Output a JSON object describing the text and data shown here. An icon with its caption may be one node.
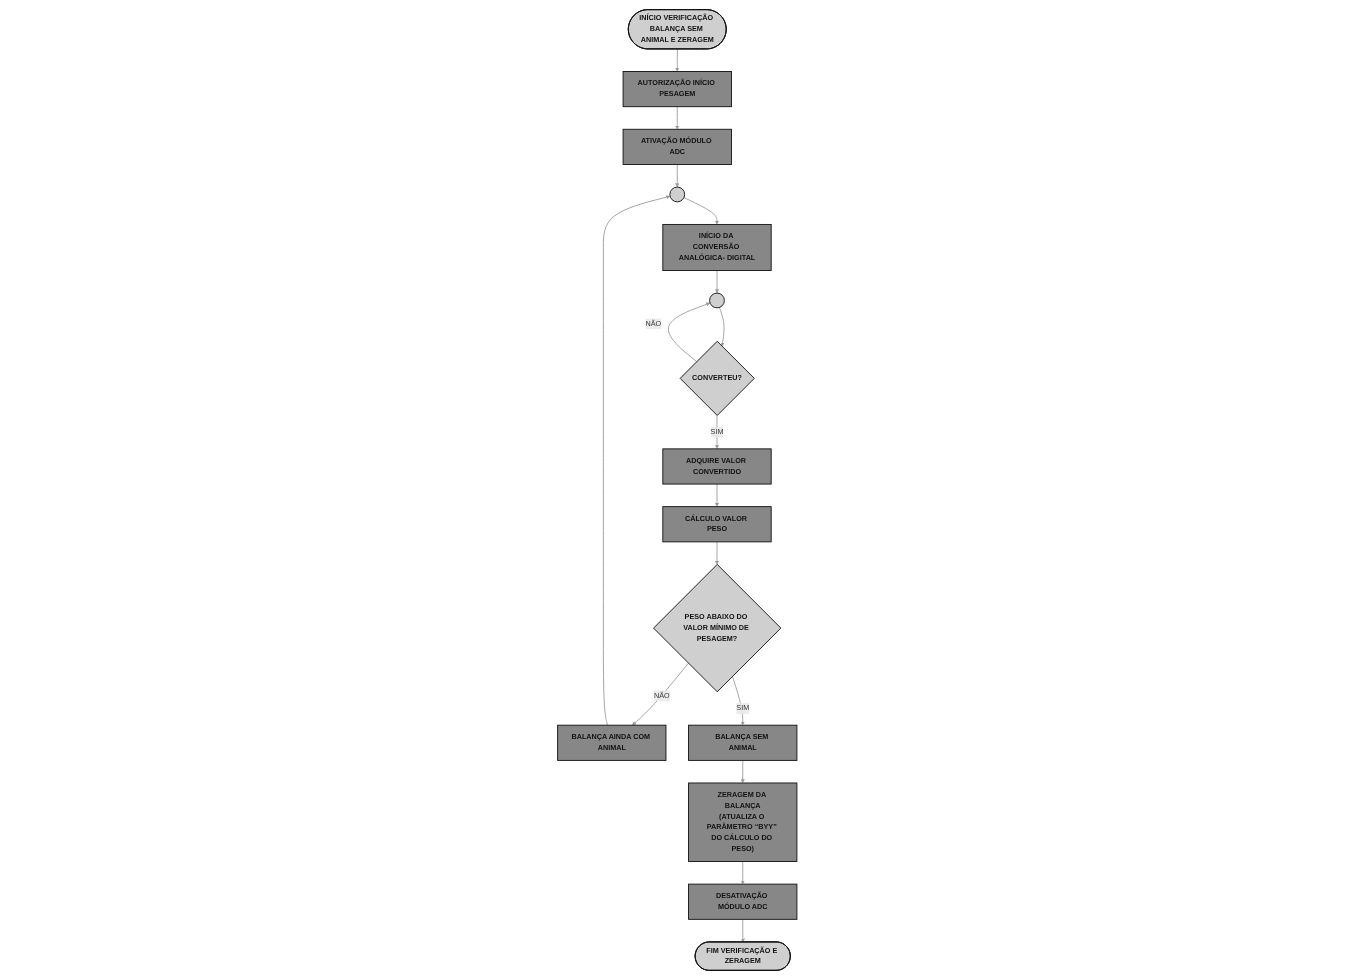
{
  "diagram": {
    "nodes": [
      {
        "text": [
          "INÍCIO VERIFICAÇÃO BALANÇA SEM ANIMAL E ZERAGEM"
        ]
      },
      {
        "text": [
          "AUTORIZAÇÃO INÍCIO PESAGEM"
        ]
      },
      {
        "text": [
          "ATIVAÇÃO MÓDULO ADC"
        ]
      },
      {
        "text": [],
        "shape": "circle"
      },
      {
        "text": [
          "BALANÇA AINDA COM ANIMAL"
        ]
      },
      {
        "text": [
          "INÍCIO DA CONVERSÃO ANALÓGICA- DIGITAL"
        ]
      },
      {
        "text": [],
        "shape": "circle"
      },
      {
        "text": [
          "CONVERTEU?"
        ]
      },
      {
        "text": [
          "ADQUIRE VALOR CONVERTIDO"
        ]
      },
      {
        "text": [
          "CÁLCULO VALOR PESO"
        ]
      },
      {
        "text": [
          "PESO ABAIXO DO VALOR MÍNIMO DE PESAGEM?"
        ]
      },
      {
        "text": [
          "BALANÇA SEM ANIMAL"
        ]
      },
      {
        "text": [
          "ZERAGEM DA BALANÇA",
          "(ATUALIZA O PARÂMETRO “BYY” DO CÁLCULO DO PESO)"
        ]
      },
      {
        "text": [
          "DESATIVAÇÃO MÓDULO ADC"
        ]
      },
      {
        "text": [
          "FIM VERIFICAÇÃO E ZERAGEM"
        ]
      }
    ],
    "edges": [
      {
        "from": 0,
        "to": 1,
        "arrow": "to"
      },
      {
        "from": 1,
        "to": 2,
        "arrow": "to"
      },
      {
        "from": 2,
        "to": 3,
        "arrow": "to"
      },
      {
        "from": 4,
        "to": 3,
        "arrow": "to"
      },
      {
        "from": 3,
        "to": 5,
        "arrow": "to"
      },
      {
        "from": 5,
        "to": 6,
        "arrow": "to"
      },
      {
        "from": 6,
        "to": 7,
        "arrow": "to"
      },
      {
        "from": 7,
        "to": 6,
        "label": "NÃO",
        "arrow": "to"
      },
      {
        "from": 7,
        "to": 8,
        "label": "SIM",
        "arrow": "to"
      },
      {
        "from": 8,
        "to": 9,
        "arrow": "to"
      },
      {
        "from": 9,
        "to": 10,
        "arrow": "to"
      },
      {
        "from": 10,
        "to": 4,
        "label": "NÃO",
        "arrow": "to"
      },
      {
        "from": 10,
        "to": 11,
        "label": "SIM",
        "arrow": "to"
      },
      {
        "from": 11,
        "to": 12,
        "arrow": "to"
      },
      {
        "from": 12,
        "to": 13,
        "arrow": "to"
      },
      {
        "from": 13,
        "to": 14,
        "arrow": "to"
      }
    ]
  }
}
